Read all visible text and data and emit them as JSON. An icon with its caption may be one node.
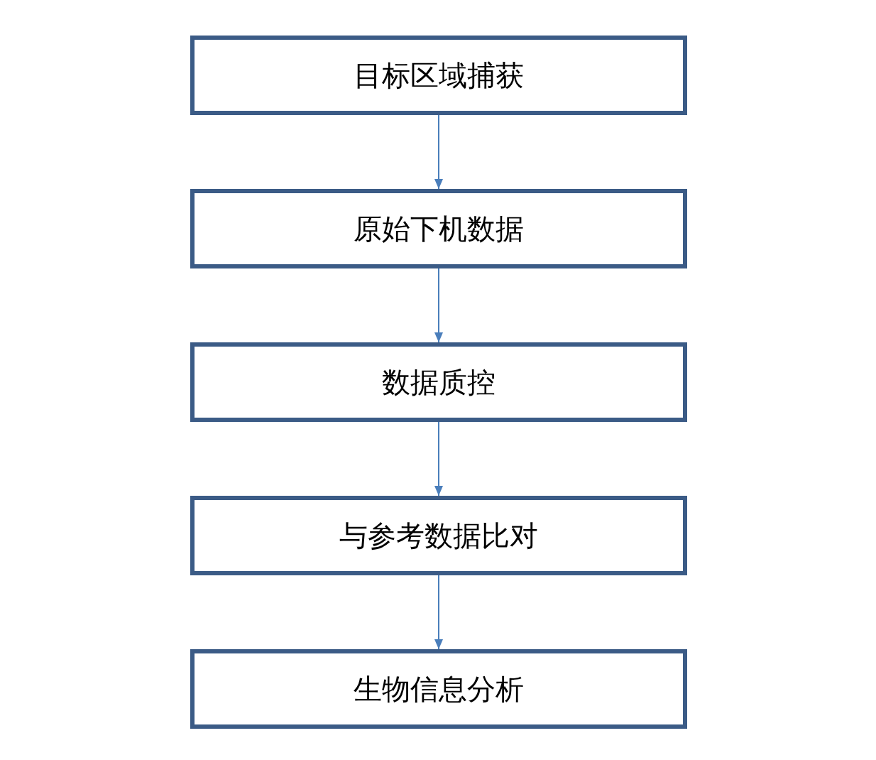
{
  "diagram": {
    "nodes": [
      {
        "text": [
          "目标区域捕获"
        ]
      },
      {
        "text": [
          "原始下机数据"
        ]
      },
      {
        "text": [
          "数据质控"
        ]
      },
      {
        "text": [
          "与参考数据比对"
        ]
      },
      {
        "text": [
          "生物信息分析"
        ]
      }
    ],
    "edges": [
      {
        "from": 0,
        "to": 1,
        "arrow": "to"
      },
      {
        "from": 1,
        "to": 2,
        "arrow": "to"
      },
      {
        "from": 2,
        "to": 3,
        "arrow": "to"
      },
      {
        "from": 3,
        "to": 4,
        "arrow": "to"
      }
    ]
  }
}
